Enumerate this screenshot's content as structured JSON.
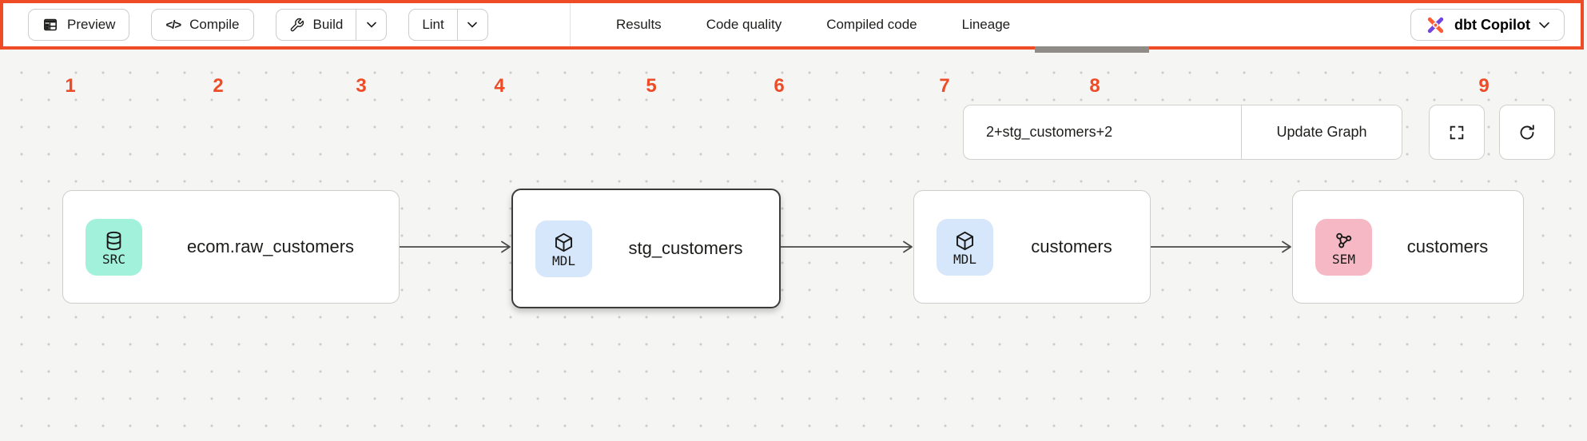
{
  "toolbar": {
    "preview_label": "Preview",
    "compile_label": "Compile",
    "build_label": "Build",
    "lint_label": "Lint",
    "compile_icon_glyph": "</>",
    "tabs": [
      {
        "label": "Results",
        "active": false
      },
      {
        "label": "Code quality",
        "active": false
      },
      {
        "label": "Compiled code",
        "active": false
      },
      {
        "label": "Lineage",
        "active": true
      }
    ],
    "copilot_label": "dbt Copilot"
  },
  "callouts": [
    "1",
    "2",
    "3",
    "4",
    "5",
    "6",
    "7",
    "8",
    "9"
  ],
  "graph": {
    "selector_value": "2+stg_customers+2",
    "update_button_label": "Update Graph",
    "nodes": [
      {
        "badge": "SRC",
        "icon": "database-icon",
        "title": "ecom.raw_customers",
        "selected": false
      },
      {
        "badge": "MDL",
        "icon": "cube-icon",
        "title": "stg_customers",
        "selected": true
      },
      {
        "badge": "MDL",
        "icon": "cube-icon",
        "title": "customers",
        "selected": false
      },
      {
        "badge": "SEM",
        "icon": "semantic-icon",
        "title": "customers",
        "selected": false
      }
    ],
    "edges": [
      {
        "from": "ecom.raw_customers",
        "to": "stg_customers"
      },
      {
        "from": "stg_customers",
        "to": "customers"
      },
      {
        "from": "customers",
        "to": "customers (SEM)"
      }
    ]
  },
  "colors": {
    "annotation_red": "#ee4b27",
    "background": "#f5f5f4",
    "badge_src": "#a2f1da",
    "badge_mdl": "#d6e6fb",
    "badge_sem": "#f6b8c4",
    "selected_node_border": "#3b3b39",
    "tab_indicator_gray": "#8f8b87",
    "dbt_logo_orange": "#ff5c35",
    "dbt_logo_purple": "#7143e0"
  }
}
